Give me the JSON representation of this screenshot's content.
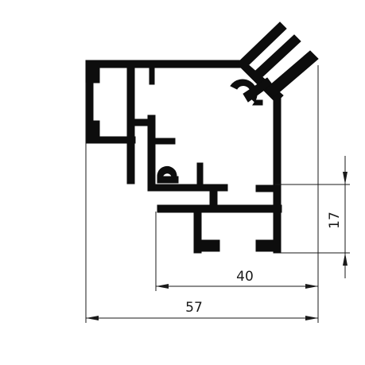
{
  "drawing": {
    "dimensions": [
      {
        "id": "overall-width",
        "label": "57"
      },
      {
        "id": "inner-width",
        "label": "40"
      },
      {
        "id": "height",
        "label": "17"
      }
    ],
    "colors": {
      "profile": "#0d0d0d",
      "lines": "#1a1a1a",
      "background": "#ffffff"
    }
  }
}
